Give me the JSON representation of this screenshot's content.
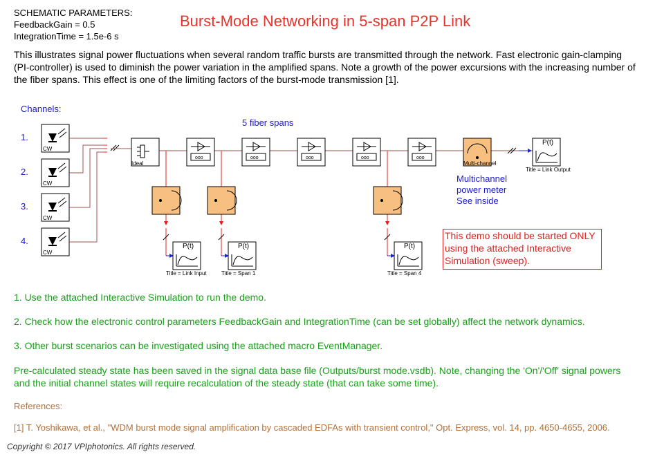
{
  "params": {
    "heading": "SCHEMATIC PARAMETERS:",
    "feedback": "FeedbackGain = 0.5",
    "integration": "IntegrationTime = 1.5e-6 s"
  },
  "title": "Burst-Mode Networking in 5-span P2P Link",
  "description": "This illustrates signal power fluctuations when several random traffic bursts are transmitted through the network. Fast electronic gain-clamping (PI-controller) is used to diminish the power variation in the amplified spans. Note a growth of the power excursions with the increasing number of the fiber spans. This effect is one of the limiting factors of the burst-mode transmission [1].",
  "schematic": {
    "channels_label": "Channels:",
    "channel_numbers": [
      "1.",
      "2.",
      "3.",
      "4."
    ],
    "source_tag": "CW",
    "mux_tag": "Ideal",
    "spans_label": "5 fiber spans",
    "meter_tag": "Multi-channel",
    "scope_glyph": "P(t)",
    "scope_titles": [
      "Title = Link Input",
      "Title = Span 1",
      "Title = Span 4",
      "Title = Link Output"
    ],
    "meter_note": [
      "Multichannel",
      "power meter",
      "See inside"
    ]
  },
  "notice": "This demo should be started ONLY using the attached Interactive Simulation (sweep).",
  "notes": [
    "1. Use the attached Interactive Simulation to run the demo.",
    "2. Check how the electronic control parameters FeedbackGain and IntegrationTime (can be set globally) affect the network dynamics.",
    "3. Other burst scenarios can be investigated using the attached macro EventManager.",
    "Pre-calculated steady state has been saved in the signal data base file (Outputs/burst mode.vsdb). Note, changing the 'On'/'Off' signal powers and the initial channel states will require recalculation of the steady state (that can take some time)."
  ],
  "references_label": "References:",
  "reference": "[1] T. Yoshikawa, et al., \"WDM burst mode signal amplification by cascaded EDFAs with transient control,\" Opt. Express, vol. 14, pp. 4650-4655, 2006.",
  "copyright": "Copyright © 2017 VPIphotonics. All rights reserved.",
  "colors": {
    "title": "#e8332a",
    "wire": "#a05050",
    "meter_fill": "#f8c080",
    "text_blue": "#1a1ad0",
    "text_green": "#18a018",
    "text_brown": "#b0703a"
  }
}
